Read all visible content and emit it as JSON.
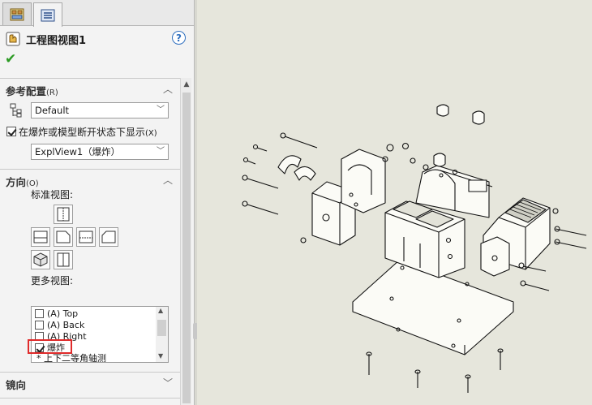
{
  "panel": {
    "title": "工程图视图1",
    "help": "?",
    "ok": "✔",
    "reference": {
      "title": "参考配置",
      "shortcut": "(R)",
      "config_value": "Default",
      "exploded_checkbox_label": "在爆炸或模型断开状态下显示",
      "exploded_checkbox_shortcut": "(X)",
      "exploded_checked": true,
      "explode_value": "ExplView1（爆炸）"
    },
    "orientation": {
      "title": "方向",
      "shortcut": "(O)",
      "standard_views_label": "标准视图:",
      "more_views_label": "更多视图:",
      "more_views": [
        {
          "label": "(A) Top",
          "checked": false
        },
        {
          "label": "(A) Back",
          "checked": false
        },
        {
          "label": "(A) Right",
          "checked": false
        },
        {
          "label": "爆炸",
          "checked": true
        },
        {
          "label": "* 上下二等角轴测",
          "checked": false
        }
      ]
    },
    "mirror": {
      "title": "镜向"
    }
  },
  "colors": {
    "viewport_bg": "#e6e6dc",
    "highlight": "#e02b2b",
    "ok_green": "#2a9a22",
    "help_blue": "#2f6fbf"
  }
}
